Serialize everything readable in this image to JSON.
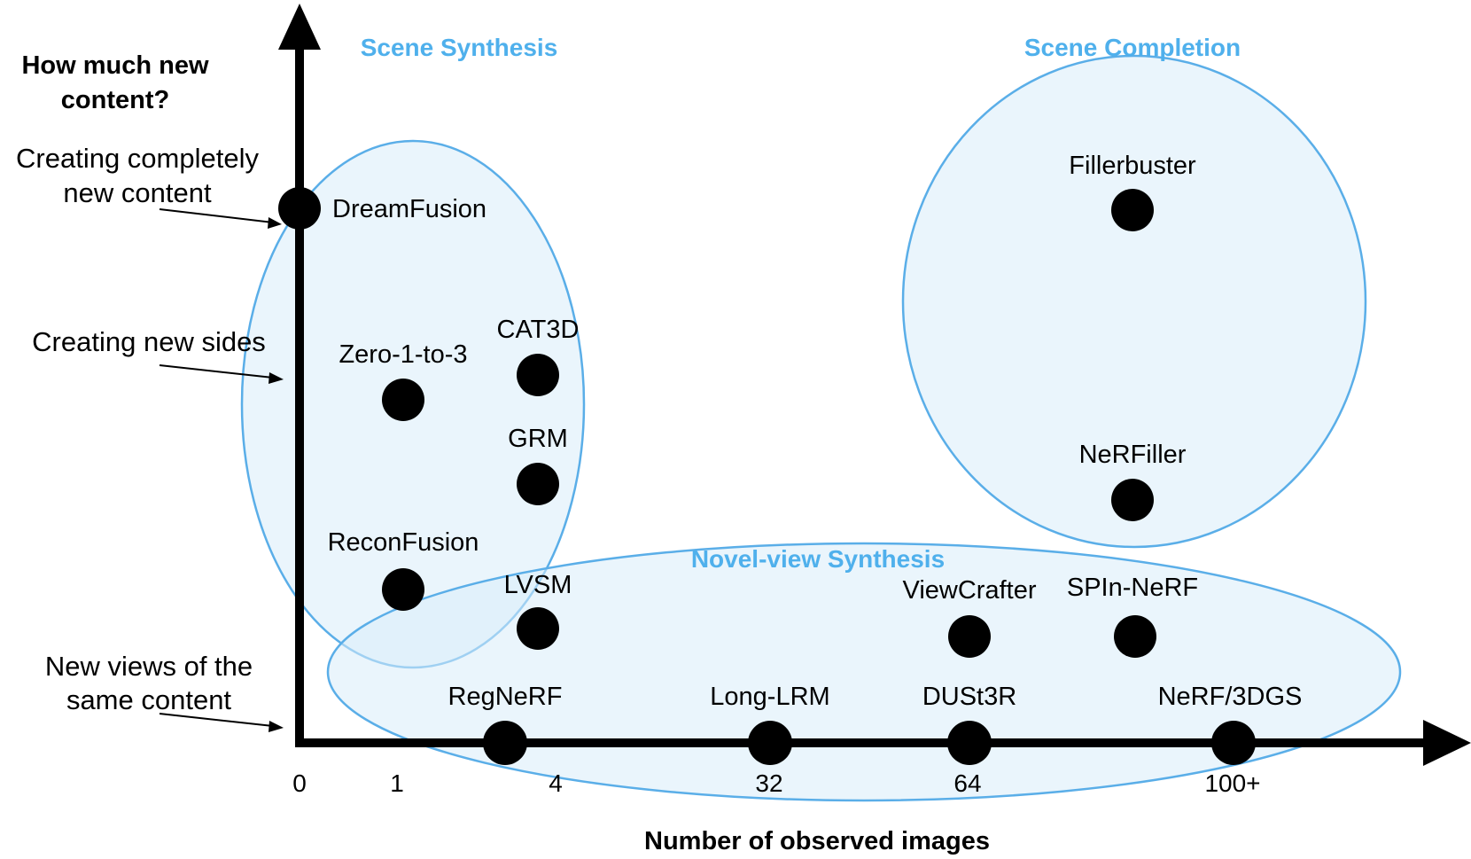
{
  "colors": {
    "region_stroke": "#5aaee8",
    "region_fill": "#d9ecfa",
    "region_text": "#4fb0ec",
    "axis": "#000000",
    "dot": "#000000"
  },
  "y_axis": {
    "title_line1": "How much new",
    "title_line2": "content?",
    "levels": {
      "completely_new_line1": "Creating completely",
      "completely_new_line2": "new content",
      "new_sides": "Creating new sides",
      "new_views_line1": "New views of the",
      "new_views_line2": "same content"
    }
  },
  "x_axis": {
    "title": "Number of observed images",
    "ticks": [
      "0",
      "1",
      "4",
      "32",
      "64",
      "100+"
    ]
  },
  "regions": {
    "scene_synthesis": "Scene Synthesis",
    "scene_completion": "Scene Completion",
    "novel_view_synthesis": "Novel-view Synthesis"
  },
  "methods": {
    "dreamfusion": "DreamFusion",
    "zero123": "Zero-1-to-3",
    "cat3d": "CAT3D",
    "grm": "GRM",
    "reconfusion": "ReconFusion",
    "lvsm": "LVSM",
    "regnerf": "RegNeRF",
    "longlrm": "Long-LRM",
    "dust3r": "DUSt3R",
    "nerf3dgs": "NeRF/3DGS",
    "viewcrafter": "ViewCrafter",
    "spinnerf": "SPIn-NeRF",
    "fillerbuster": "Fillerbuster",
    "nerffiller": "NeRFiller"
  }
}
